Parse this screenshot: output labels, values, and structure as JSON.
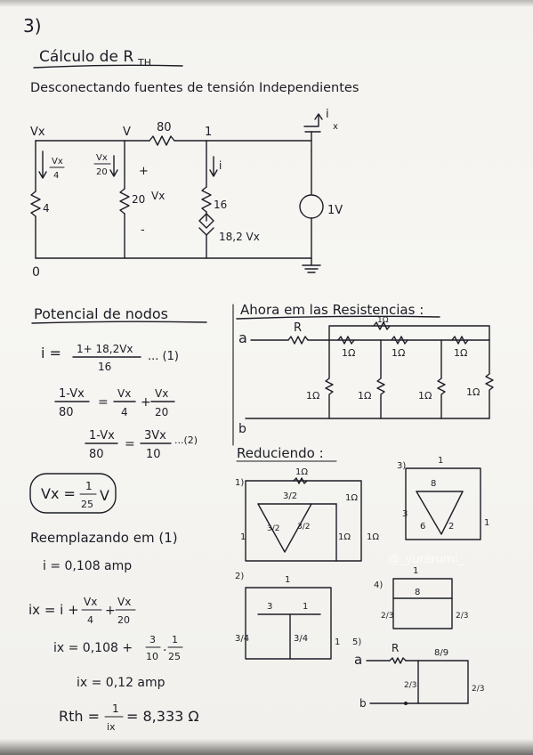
{
  "problem_number": "3)",
  "title": "Cálculo de R",
  "title_sub": "TH",
  "subtitle": "Desconectando fuentes de tensión Independientes",
  "circuit": {
    "node_vx": "Vx",
    "node_v": "V",
    "node_1": "1",
    "r_top": "80",
    "current_ix": "i",
    "current_ix_sub": "x",
    "branch1_num": "Vx",
    "branch1_den": "4",
    "branch2_num": "Vx",
    "branch2_den": "20",
    "plus": "+",
    "minus": "-",
    "r_20": "20",
    "v_20": "Vx",
    "r_4": "4",
    "i_label": "i",
    "r_16": "16",
    "dep_source": "18,2 Vx",
    "source_1v": "1V",
    "ground_node": "0"
  },
  "left": {
    "heading": "Potencial de nodos",
    "eq1_lhs": "i =",
    "eq1_num": "1+ 18,2Vx",
    "eq1_den": "16",
    "eq1_tag": "... (1)",
    "eq2_lhs_num": "1-Vx",
    "eq2_lhs_den": "80",
    "eq2_eq": "=",
    "eq2_a_num": "Vx",
    "eq2_a_den": "4",
    "eq2_plus": "+",
    "eq2_b_num": "Vx",
    "eq2_b_den": "20",
    "eq3_lhs_num": "1-Vx",
    "eq3_lhs_den": "80",
    "eq3_eq": "=",
    "eq3_rhs_num": "3Vx",
    "eq3_rhs_den": "10",
    "eq3_tag": "...(2)",
    "boxed_lhs": "Vx =",
    "boxed_num": "1",
    "boxed_den": "25",
    "boxed_unit": "V",
    "reemplazando": "Reemplazando em (1)",
    "i_result": "i = 0,108 amp",
    "ix_eq_lhs": "ix = i +",
    "ix_a_num": "Vx",
    "ix_a_den": "4",
    "ix_plus": "+",
    "ix_b_num": "Vx",
    "ix_b_den": "20",
    "ix_sub_lhs": "ix = 0,108 +",
    "ix_sub_a_num": "3",
    "ix_sub_a_den": "10",
    "ix_sub_dot": ".",
    "ix_sub_b_num": "1",
    "ix_sub_b_den": "25",
    "ix_result": "ix = 0,12 amp",
    "rth_lhs": "Rth =",
    "rth_num": "1",
    "rth_den": "ix",
    "rth_result": "= 8,333 Ω"
  },
  "right": {
    "heading": "Ahora em las Resistencias :",
    "node_a": "a",
    "node_b": "b",
    "r_label": "R",
    "ohm1": "1Ω",
    "reduciendo": "Reduciendo :",
    "step1": "1)",
    "step2": "2)",
    "step3": "3)",
    "step4": "4)",
    "step5": "5)",
    "r_32": "3/2",
    "r_3": "3",
    "r_1": "1",
    "r_8": "8",
    "r_6": "6",
    "r_2": "2",
    "r_3_4": "3/4",
    "r_2_3": "2/3",
    "r_8_9": "8/9",
    "watermark": "@_yurerumi_"
  }
}
